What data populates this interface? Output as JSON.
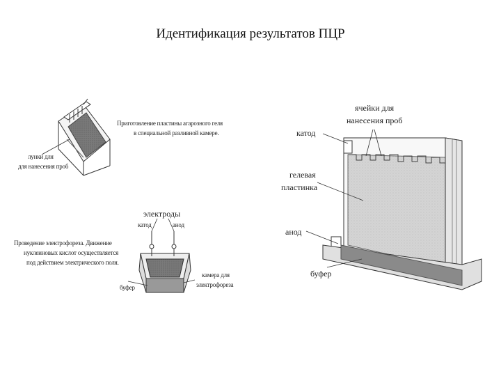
{
  "title": "Идентификация результатов ПЦР",
  "fig1": {
    "caption_line1": "Приготовление пластины агарозного геля",
    "caption_line2": "в специальной разливной камере.",
    "wells_line1": "лунки для",
    "wells_line2": "для нанесения проб"
  },
  "fig2": {
    "electrodes": "электроды",
    "cathode": "катод",
    "anode": "анод",
    "caption_line1": "Проведение электрофореза. Движение",
    "caption_line2": "нуклеиновых кислот осуществляется",
    "caption_line3": "под действием электрического поля.",
    "buffer": "буфер",
    "chamber_line1": "камера для",
    "chamber_line2": "электрофореза"
  },
  "fig3": {
    "cells_line1": "ячейки для",
    "cells_line2": "нанесения проб",
    "cathode": "катод",
    "gel_line1": "гелевая",
    "gel_line2": "пластинка",
    "anode": "анод",
    "buffer": "буфер"
  }
}
